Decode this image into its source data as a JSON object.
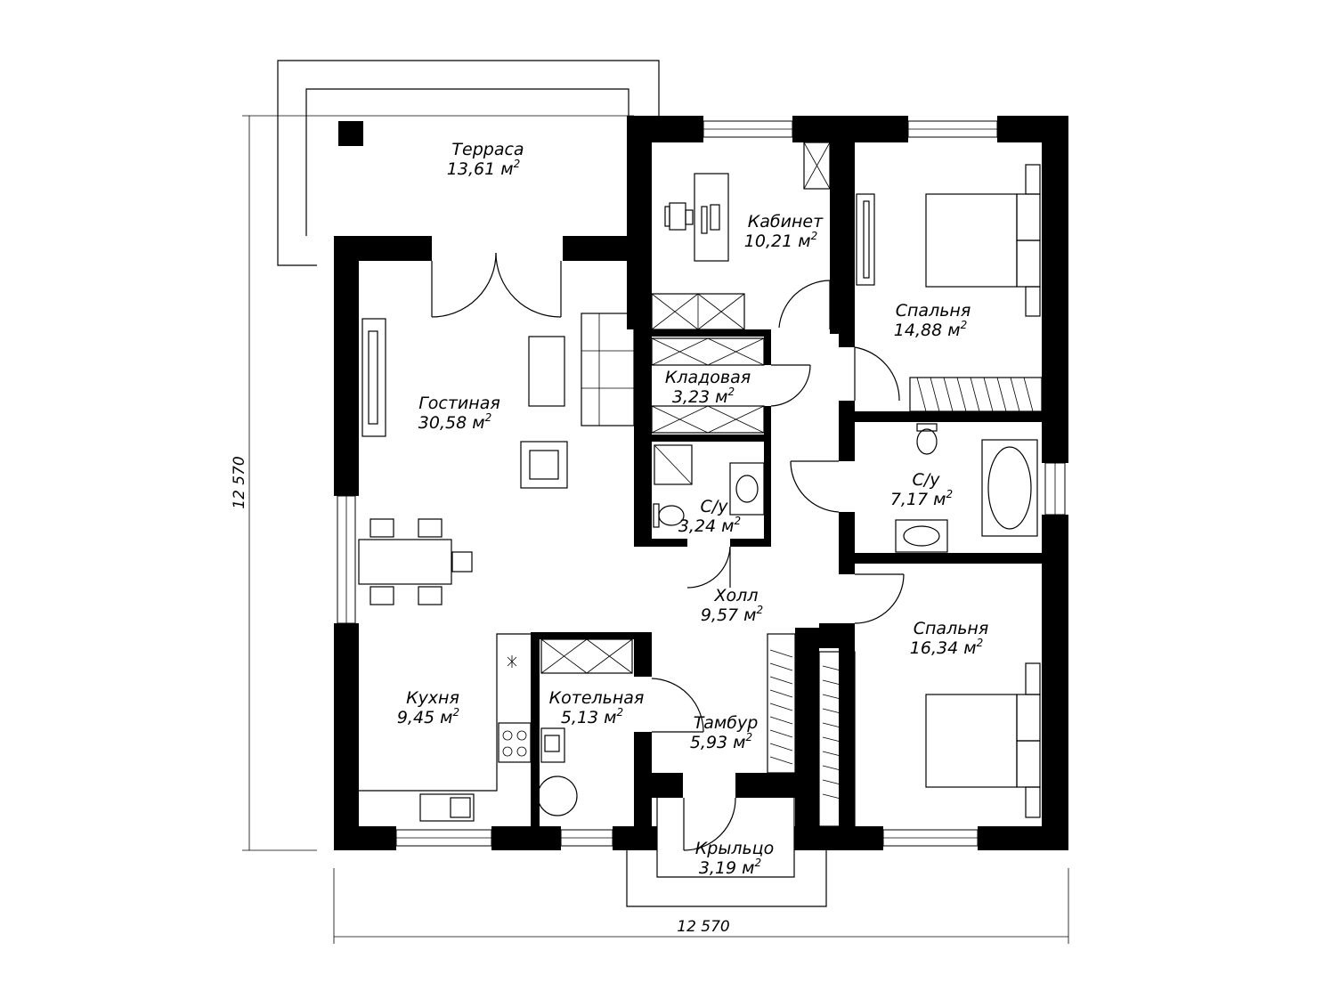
{
  "rooms": [
    {
      "id": "terrace",
      "name": "Терраса",
      "area": "13,61 м"
    },
    {
      "id": "office",
      "name": "Кабинет",
      "area": "10,21 м"
    },
    {
      "id": "bedroom1",
      "name": "Спальня",
      "area": "14,88 м"
    },
    {
      "id": "living",
      "name": "Гостиная",
      "area": "30,58 м"
    },
    {
      "id": "storage",
      "name": "Кладовая",
      "area": "3,23 м"
    },
    {
      "id": "bath-small",
      "name": "С/у",
      "area": "3,24 м"
    },
    {
      "id": "bath-large",
      "name": "С/у",
      "area": "7,17 м"
    },
    {
      "id": "hall",
      "name": "Холл",
      "area": "9,57 м"
    },
    {
      "id": "bedroom2",
      "name": "Спальня",
      "area": "16,34 м"
    },
    {
      "id": "kitchen",
      "name": "Кухня",
      "area": "9,45 м"
    },
    {
      "id": "boiler",
      "name": "Котельная",
      "area": "5,13 м"
    },
    {
      "id": "vestibule",
      "name": "Тамбур",
      "area": "5,93 м"
    },
    {
      "id": "porch",
      "name": "Крыльцо",
      "area": "3,19 м"
    }
  ],
  "area_superscript": "2",
  "dimensions": {
    "width": "12 570",
    "height": "12 570"
  }
}
